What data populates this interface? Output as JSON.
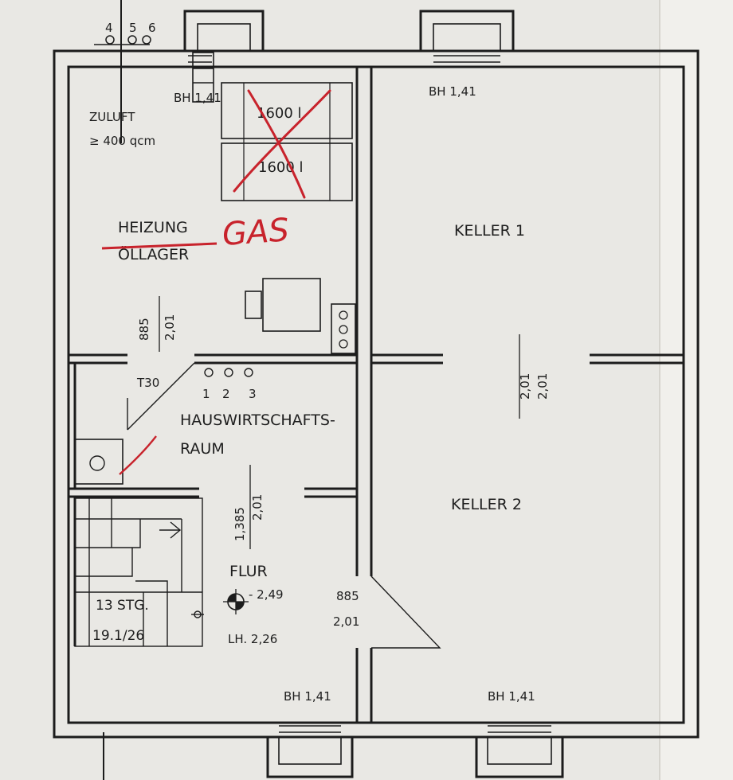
{
  "rooms": {
    "heizung": "HEIZUNG",
    "oellager": "ÖLLAGER",
    "gas": "GAS",
    "keller1": "KELLER 1",
    "keller2": "KELLER 2",
    "hauswirtschaft_1": "HAUSWIRTSCHAFTS-",
    "hauswirtschaft_2": "RAUM",
    "flur": "FLUR"
  },
  "annotations": {
    "zuluft_1": "ZULUFT",
    "zuluft_2": "≥ 400 qcm",
    "tank_top": "1600 l",
    "tank_bottom": "1600 l",
    "bh_top_left": "BH 1,41",
    "bh_top_right": "BH 1,41",
    "bh_bottom_left": "BH 1,41",
    "bh_bottom_right": "BH 1,41",
    "top_numbers": [
      "4",
      "5",
      "6"
    ],
    "meter_numbers": [
      "1",
      "2",
      "3"
    ],
    "fire_door": "T30",
    "stairs_1": "13 STG.",
    "stairs_2": "19.1/26",
    "level": "- 2,49",
    "room_height": "LH. 2,26"
  },
  "doors": {
    "heizung": {
      "width": "885",
      "height": "2,01"
    },
    "keller": {
      "width": "2,01",
      "height": "2,01"
    },
    "hauswirtschaft": {
      "width": "1,385",
      "height": "2,01"
    },
    "flur": {
      "width": "885",
      "height": "2,01"
    }
  },
  "colors": {
    "paper": "#e9e8e4",
    "ink": "#1c1c1c",
    "correction_red": "#c8232c"
  }
}
